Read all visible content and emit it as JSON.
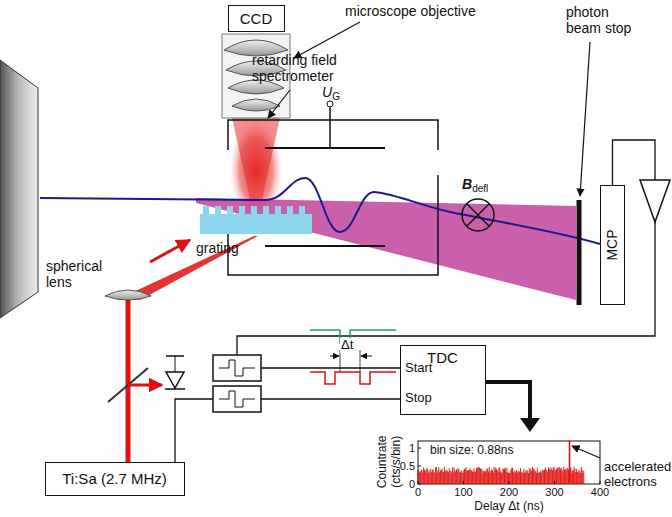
{
  "diagram": {
    "nodes": [
      {
        "text": [
          "CCD"
        ]
      },
      {
        "text": [
          "MCP"
        ]
      },
      {
        "text": [
          "TDC",
          "Start",
          "Stop"
        ]
      },
      {
        "text": [
          "Ti:Sa (2.7 MHz)"
        ]
      }
    ],
    "edges": [
      {
        "from": 1,
        "to": 2,
        "arrow": "none"
      },
      {
        "from": 3,
        "to": 2,
        "arrow": "none"
      }
    ],
    "labels": [
      "microscope objective",
      "retarding field spectrometer",
      "UG",
      "photon beam stop",
      "Bdefl",
      "grating",
      "spherical lens",
      "Δt",
      "bin size: 0.88ns",
      "accelerated electrons",
      "Countrate (cts/s/bin)",
      "Delay Δt (ns)",
      "0",
      "100",
      "200",
      "300",
      "400",
      "0",
      "0.5",
      "1"
    ]
  }
}
